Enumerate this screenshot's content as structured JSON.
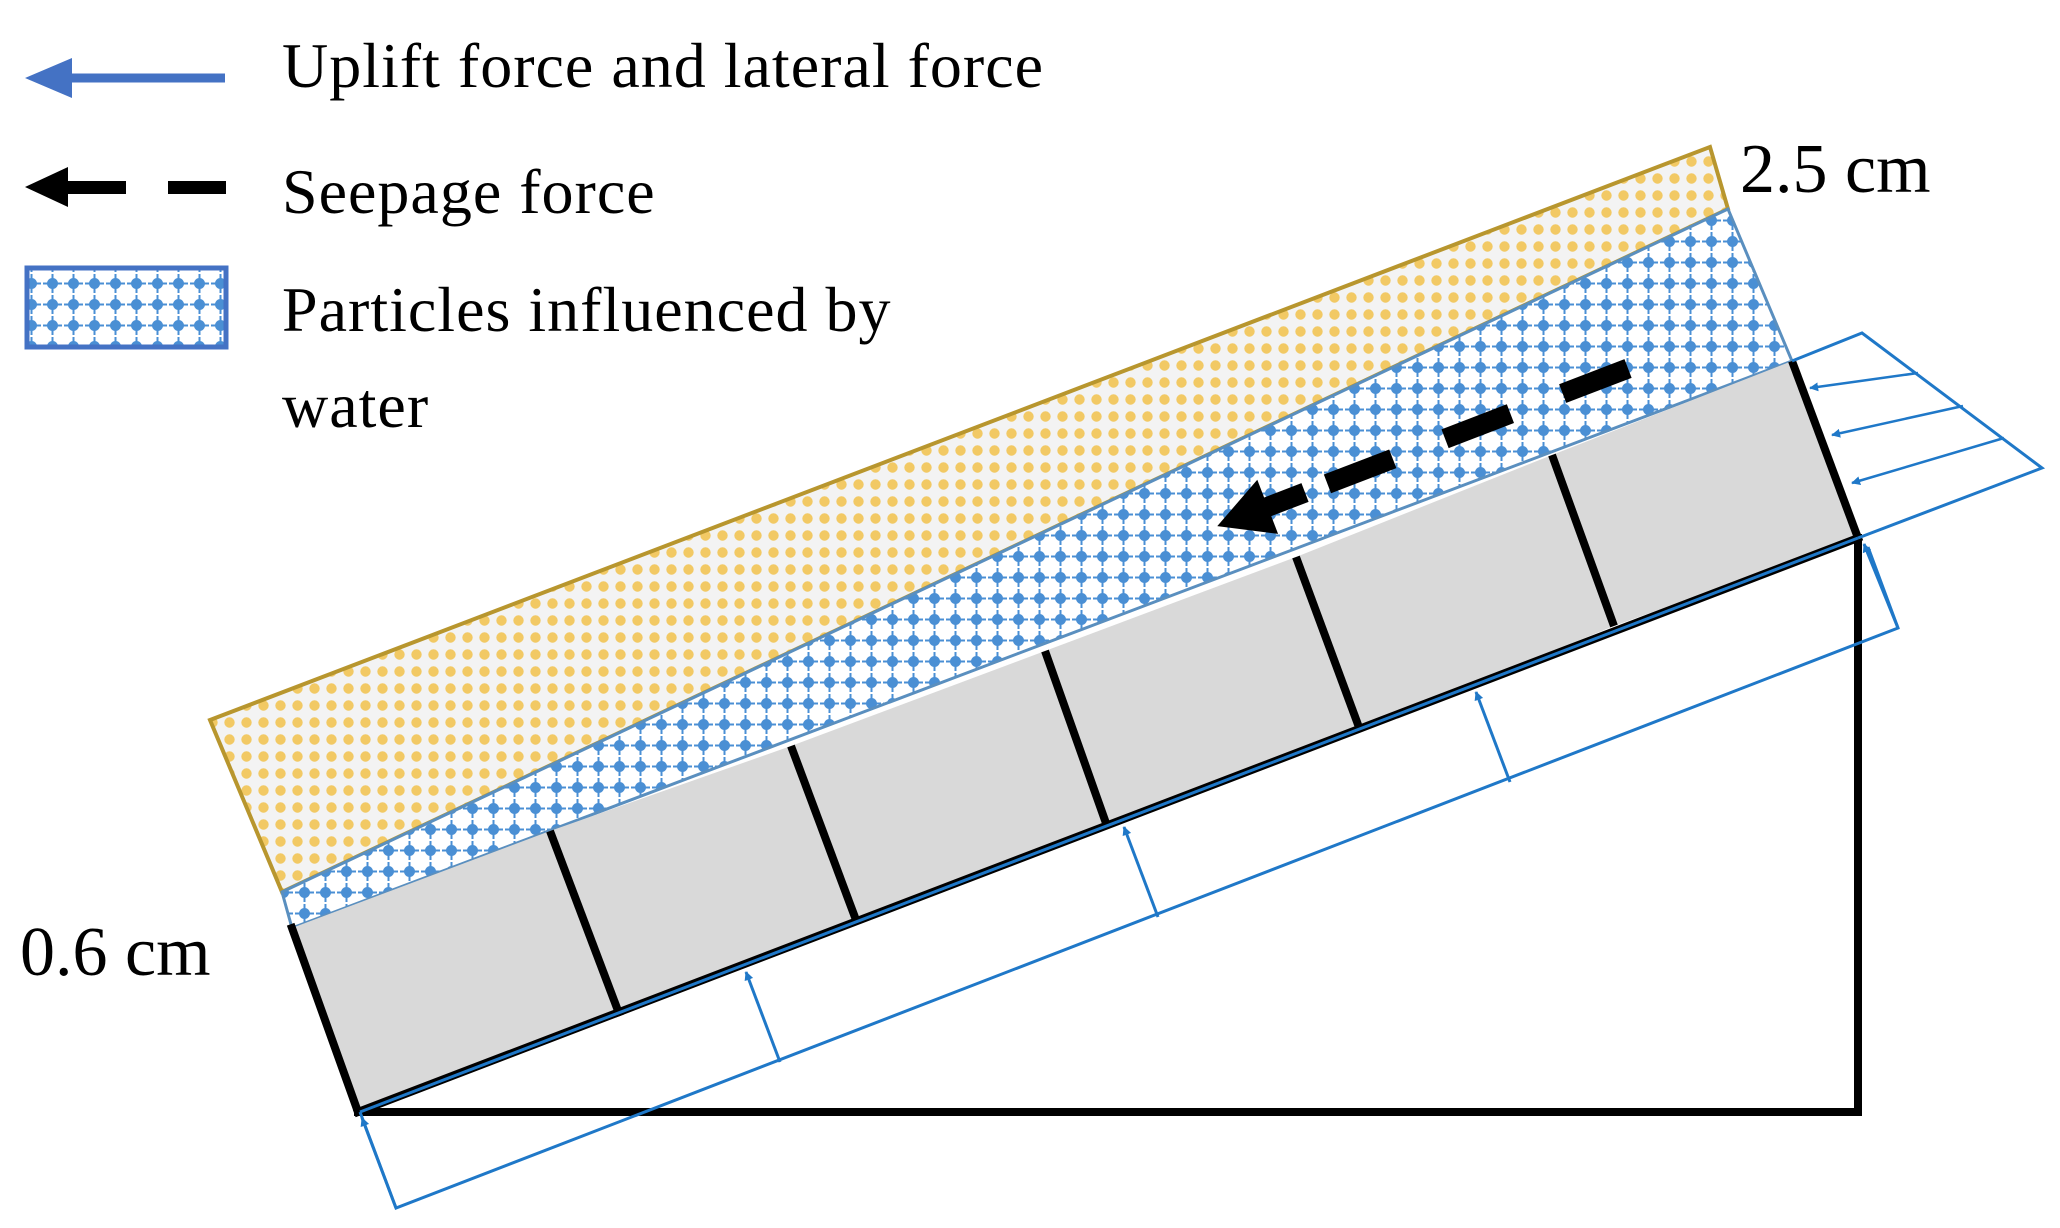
{
  "legend": {
    "items": [
      {
        "label": "Uplift force and lateral force",
        "icon": "solid-blue-arrow-icon"
      },
      {
        "label": "Seepage force",
        "icon": "dashed-black-arrow-icon"
      },
      {
        "label_line1": "Particles influenced by",
        "label_line2": "water",
        "icon": "dotted-blue-swatch-icon"
      }
    ]
  },
  "dimensions": {
    "top_thickness": "2.5 cm",
    "bottom_thickness": "0.6 cm"
  },
  "colors": {
    "force_blue": "#1f78c8",
    "legend_blue": "#4472c4",
    "soil_fill": "#f3f3f3",
    "soil_dot": "#f2c964",
    "soil_border": "#b8962e",
    "water_fill": "#ffffff",
    "water_dot": "#4a8fd4",
    "water_border": "#5a8fbf",
    "block_fill": "#d9d9d9",
    "outline": "#000000"
  }
}
